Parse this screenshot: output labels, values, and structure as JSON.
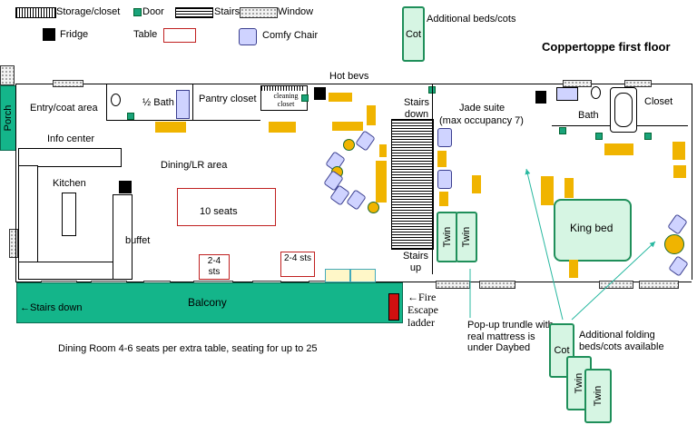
{
  "legend": {
    "storage": "Storage/closet",
    "door": "Door",
    "stairs": "Stairs",
    "window": "Window",
    "fridge": "Fridge",
    "table": "Table",
    "comfy_chair": "Comfy Chair"
  },
  "title": "Coppertoppe first floor",
  "rooms": {
    "porch": "Porch",
    "entry": "Entry/coat area",
    "half_bath": "½ Bath",
    "pantry": "Pantry closet",
    "cleaning_closet": "cleaning closet",
    "hot_bevs": "Hot bevs",
    "stairs_down_center": "Stairs down",
    "jade_suite": "Jade suite",
    "jade_occupancy": "(max occupancy 7)",
    "bath": "Bath",
    "closet": "Closet",
    "info_center": "Info center",
    "kitchen": "Kitchen",
    "dining": "Dining/LR area",
    "buffet": "buffet",
    "ten_seats": "10 seats",
    "small_table_1": "2-4 sts",
    "small_table_2": "2-4 sts",
    "balcony": "Balcony",
    "stairs_down_balcony": "←Stairs down",
    "stairs_up": "Stairs up",
    "fire_escape": "←Fire Escape ladder",
    "king_bed": "King bed",
    "twin_1": "Twin",
    "twin_2": "Twin"
  },
  "notes": {
    "additional_beds": "Additional beds/cots",
    "cot_top": "Cot",
    "trundle": "Pop-up trundle with real mattress is under Daybed",
    "folding_beds": "Additional folding beds/cots available",
    "cot_bottom": "Cot",
    "twin_bottom_1": "Twin",
    "twin_bottom_2": "Twin",
    "dining_note": "Dining Room 4-6 seats per extra table, seating for up to 25"
  },
  "colors": {
    "accent_green": "#14b58a",
    "furniture_yellow": "#f0b400",
    "table_red": "#c02020",
    "chair_lavender": "#cfd3ff",
    "fire_ladder_red": "#d01010"
  }
}
